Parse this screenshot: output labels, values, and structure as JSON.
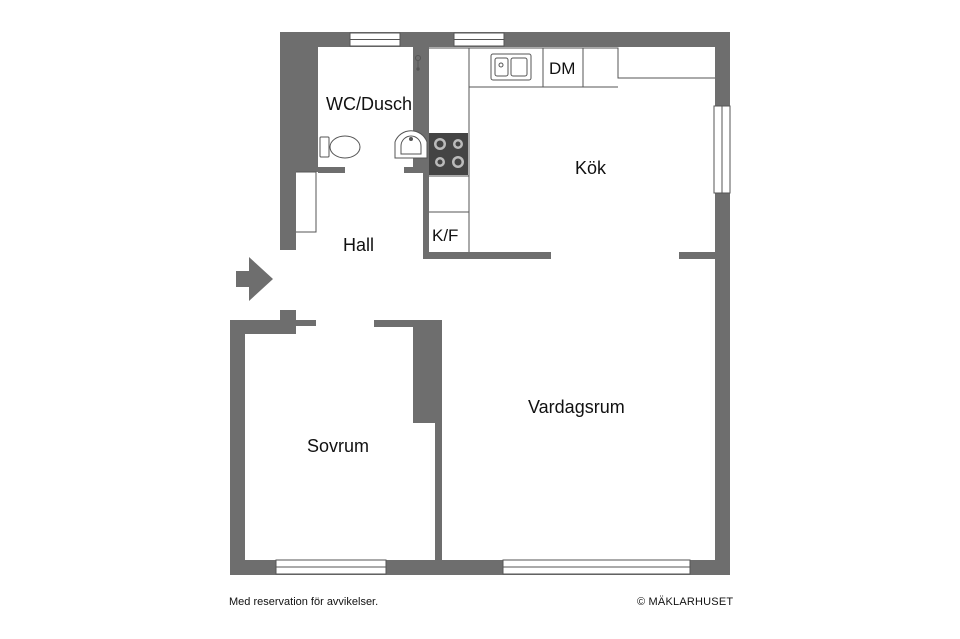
{
  "rooms": {
    "wc": "WC/Dusch",
    "kitchen": "Kök",
    "hall": "Hall",
    "living": "Vardagsrum",
    "bedroom": "Sovrum"
  },
  "fixtures": {
    "dishwasher": "DM",
    "fridge_freezer": "K/F"
  },
  "footer": {
    "disclaimer": "Med reservation för avvikelser.",
    "copyright": "© MÄKLARHUSET"
  },
  "colors": {
    "wall": "#6e6e6e",
    "line": "#555555",
    "stove": "#444444",
    "background": "#ffffff"
  }
}
